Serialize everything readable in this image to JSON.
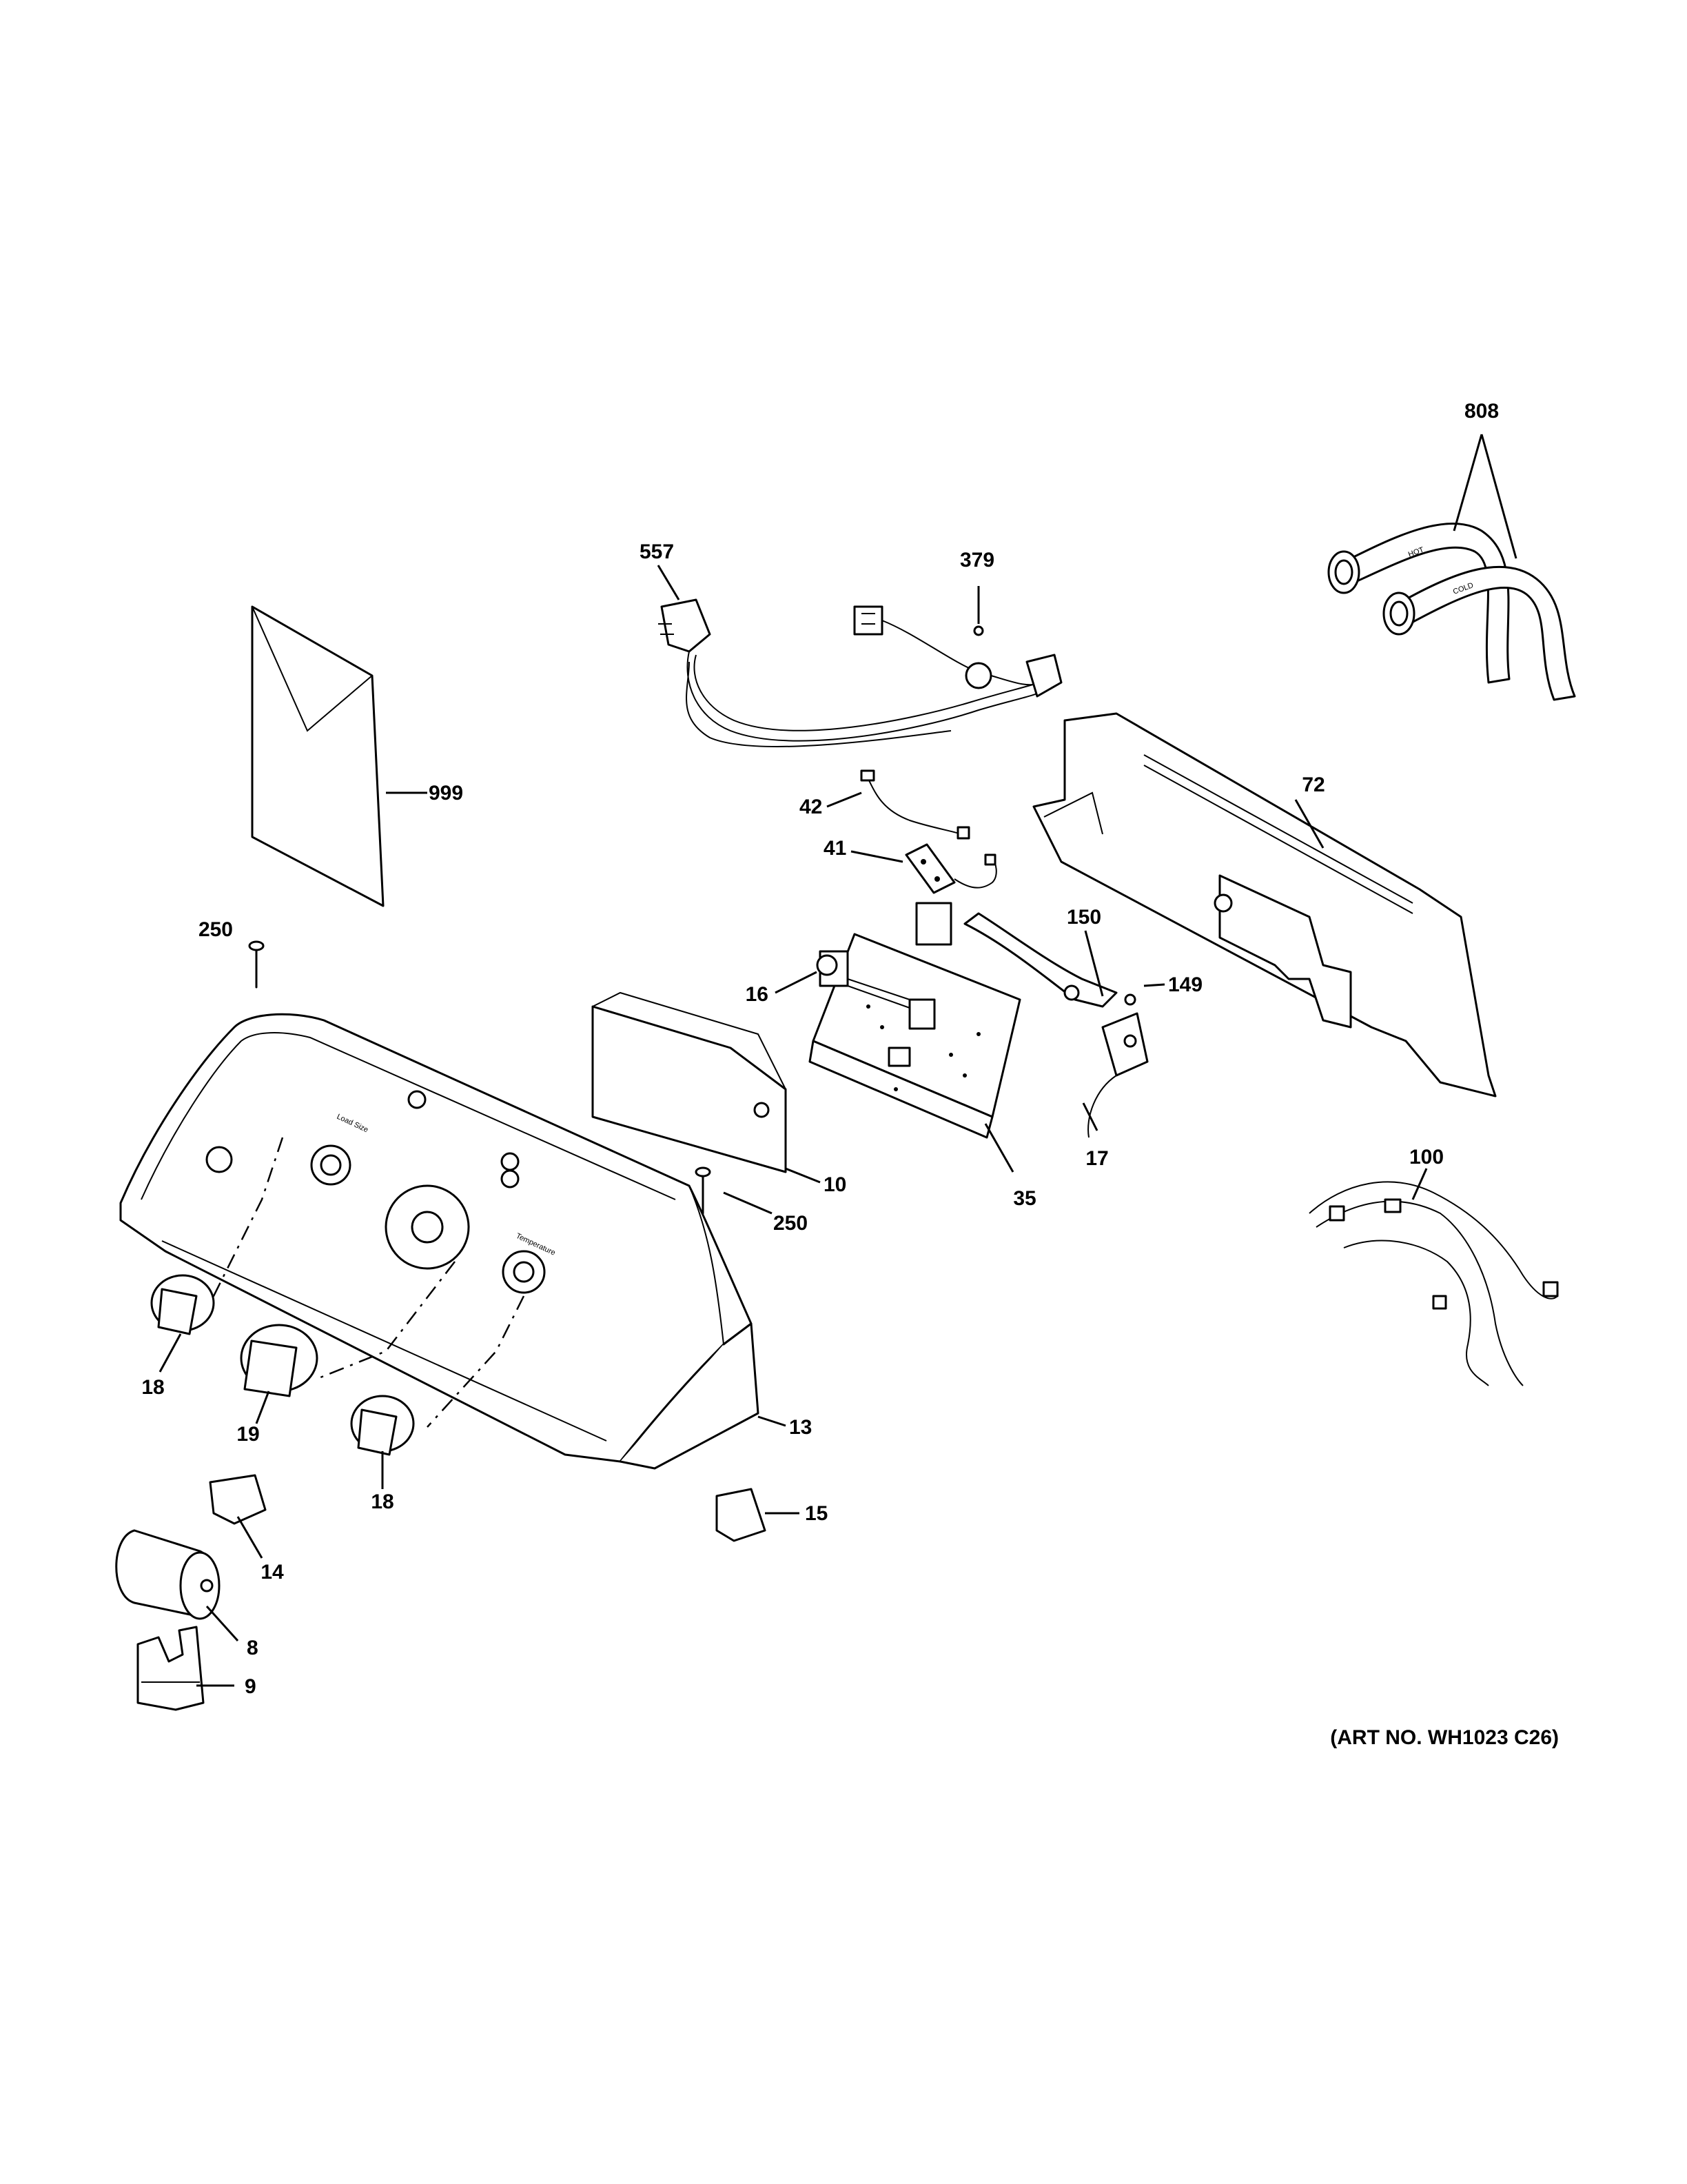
{
  "diagram": {
    "callouts": [
      {
        "id": "c808",
        "text": "808"
      },
      {
        "id": "c557",
        "text": "557"
      },
      {
        "id": "c379",
        "text": "379"
      },
      {
        "id": "c999",
        "text": "999"
      },
      {
        "id": "c72",
        "text": "72"
      },
      {
        "id": "c42",
        "text": "42"
      },
      {
        "id": "c41",
        "text": "41"
      },
      {
        "id": "c150",
        "text": "150"
      },
      {
        "id": "c250a",
        "text": "250"
      },
      {
        "id": "c16",
        "text": "16"
      },
      {
        "id": "c149",
        "text": "149"
      },
      {
        "id": "c17",
        "text": "17"
      },
      {
        "id": "c10",
        "text": "10"
      },
      {
        "id": "c35",
        "text": "35"
      },
      {
        "id": "c250b",
        "text": "250"
      },
      {
        "id": "c100",
        "text": "100"
      },
      {
        "id": "c18a",
        "text": "18"
      },
      {
        "id": "c19",
        "text": "19"
      },
      {
        "id": "c13",
        "text": "13"
      },
      {
        "id": "c18b",
        "text": "18"
      },
      {
        "id": "c14",
        "text": "14"
      },
      {
        "id": "c15",
        "text": "15"
      },
      {
        "id": "c8",
        "text": "8"
      },
      {
        "id": "c9",
        "text": "9"
      }
    ],
    "art_number": "(ART NO. WH1023 C26)",
    "hose_labels": {
      "hot": "HOT",
      "cold": "COLD"
    },
    "panel_labels": {
      "load_size": "Load Size",
      "temperature": "Temperature"
    }
  }
}
